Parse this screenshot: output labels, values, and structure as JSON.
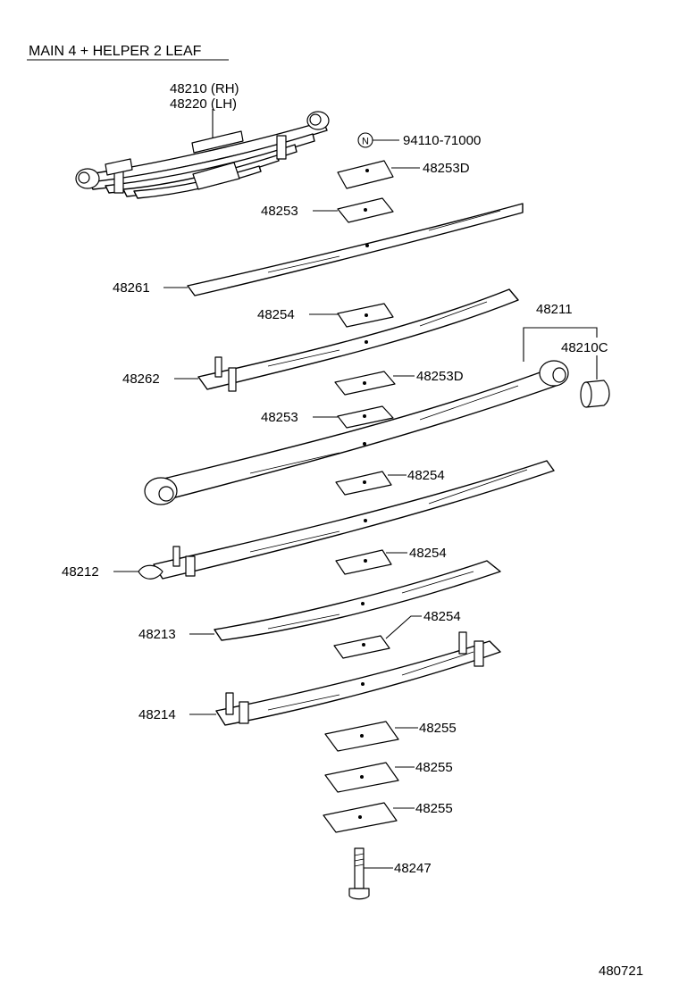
{
  "title": "MAIN 4 + HELPER 2 LEAF",
  "diagram_id": "480721",
  "labels": {
    "assy_rh": "48210 (RH)",
    "assy_lh": "48220 (LH)",
    "bolt_std": "94110-71000",
    "std_symbol": "N",
    "p48253D_a": "48253D",
    "p48253_a": "48253",
    "p48261": "48261",
    "p48254_a": "48254",
    "p48211": "48211",
    "p48210C": "48210C",
    "p48262": "48262",
    "p48253D_b": "48253D",
    "p48253_b": "48253",
    "p48254_b": "48254",
    "p48212": "48212",
    "p48254_c": "48254",
    "p48213": "48213",
    "p48254_d": "48254",
    "p48214": "48214",
    "p48255_a": "48255",
    "p48255_b": "48255",
    "p48255_c": "48255",
    "p48247": "48247"
  }
}
